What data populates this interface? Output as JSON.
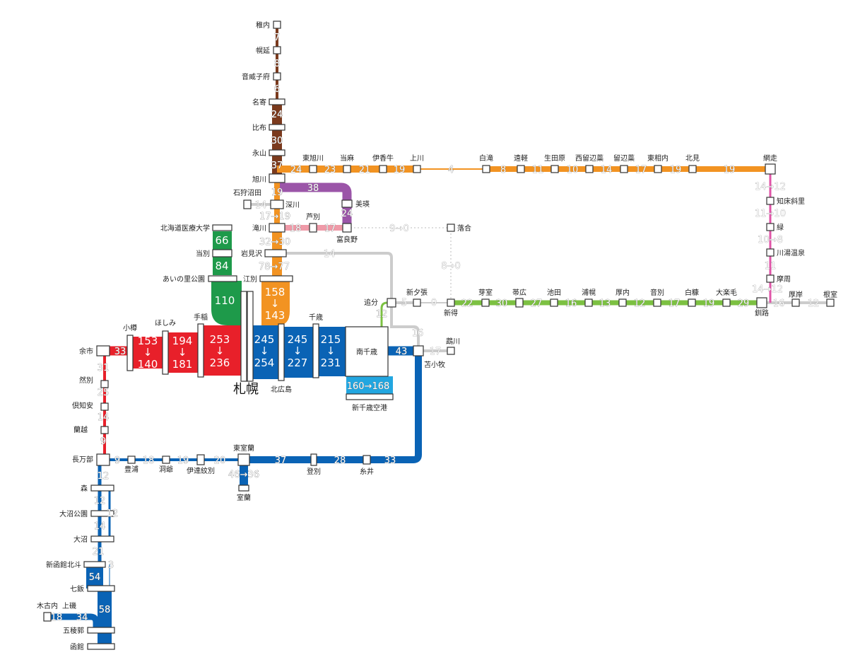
{
  "map": {
    "city_label": "札幌",
    "colors": {
      "soya": "#7b3a1d",
      "sekihoku": "#f29322",
      "furano": "#9b55a8",
      "nemuro_w": "#ef9aa8",
      "hakodate_n": "#e8202a",
      "hakodate_s": "#0a63b5",
      "chitose": "#0a63b5",
      "airport": "#22a6e0",
      "sassho": "#1e9a4a",
      "sekisho": "#7cc142",
      "senmo": "#e055a8",
      "gray": "#cccccc"
    },
    "stations": {
      "wakkanai": "稚内",
      "horonobe": "幌延",
      "otoineppu": "音威子府",
      "nayoro": "名寄",
      "pippu": "比布",
      "nagayama": "永山",
      "asahikawa": "旭川",
      "higashiasahikawa": "東旭川",
      "touma": "当麻",
      "ikaushi": "伊香牛",
      "kamikawa": "上川",
      "shirataki": "白滝",
      "engaru": "遠軽",
      "ikutahara": "生田原",
      "nishirubeshibe": "西留辺蘂",
      "rubeshibe": "留辺蘂",
      "higashiainonai": "東相内",
      "kitami": "北見",
      "abashiri": "網走",
      "ishikarinumata": "石狩沼田",
      "fukagawa": "深川",
      "biei": "美瑛",
      "takikawa": "滝川",
      "ashibetsu": "芦別",
      "furano": "富良野",
      "ochiai": "落合",
      "iryodaigaku": "北海道医療大学",
      "tobetsu": "当別",
      "ainosato": "あいの里公園",
      "iwamizawa": "岩見沢",
      "ebetsu": "江別",
      "teine": "手稲",
      "hoshimi": "ほしみ",
      "otaru": "小樽",
      "yoichi": "余市",
      "kitahiroshima": "北広島",
      "chitose": "千歳",
      "minamichitose": "南千歳",
      "shinchitose": "新千歳空港",
      "oiwake": "追分",
      "shinyubari": "新夕張",
      "shintoku": "新得",
      "tomakomai": "苫小牧",
      "mukawa": "鵡川",
      "memuro": "芽室",
      "obihiro": "帯広",
      "ikeda": "池田",
      "urahoro": "浦幌",
      "atsunai": "厚内",
      "onbetsu": "音別",
      "shiranuka": "白糠",
      "otanoshike": "大楽毛",
      "kushiro": "釧路",
      "akkeshi": "厚岸",
      "nemuro": "根室",
      "shiretokoshari": "知床斜里",
      "midori": "緑",
      "kawayu": "川湯温泉",
      "mashu": "摩周",
      "ranshima": "然別",
      "kutchan": "倶知安",
      "rankoshi": "蘭越",
      "oshamambe": "長万部",
      "toyoura": "豊浦",
      "toya": "洞爺",
      "dateMombetsu": "伊達紋別",
      "higashimuroran": "東室蘭",
      "muroran": "室蘭",
      "noboribetsu": "登別",
      "shiraoi": "糸井",
      "mori": "森",
      "onumakoen": "大沼公園",
      "onuma": "大沼",
      "shinhakodate": "新函館北斗",
      "nanae": "七飯",
      "kikonai": "木古内",
      "kamiiso": "上磯",
      "goryokaku": "五稜郭",
      "hakodate": "函館"
    },
    "counts": {
      "soya": [
        "7",
        "8",
        "6",
        "24",
        "30",
        "37"
      ],
      "sekihoku": [
        "24",
        "23",
        "21",
        "19",
        "4",
        "8",
        "11",
        "10",
        "14",
        "17",
        "19",
        "19"
      ],
      "furano": [
        "38",
        "24"
      ],
      "rumoi": [
        "14"
      ],
      "hakodate_n": [
        "19",
        "17→19",
        "32→30",
        "78→77"
      ],
      "nemuro_w": [
        "18",
        "17"
      ],
      "nemuro_mid": [
        "9→0",
        "8→0"
      ],
      "iwamizawa_gray": [
        "14"
      ],
      "ebetsu": [
        "158",
        "↓",
        "143"
      ],
      "sassho": [
        "66",
        "84",
        "110"
      ],
      "west": [
        "153",
        "↓",
        "140",
        "194",
        "↓",
        "181",
        "253",
        "↓",
        "236"
      ],
      "east": [
        "245",
        "↓",
        "254",
        "245",
        "↓",
        "227",
        "215",
        "↓",
        "231"
      ],
      "airport": [
        "160→168"
      ],
      "sekisho": [
        "12",
        "5",
        "0",
        "22",
        "30",
        "27",
        "16",
        "13",
        "12",
        "17",
        "19",
        "29",
        "16",
        "12"
      ],
      "hidaka": [
        "16",
        "17"
      ],
      "tomakomai": [
        "43",
        "33"
      ],
      "senmo": [
        "14→12",
        "11→10",
        "10→8",
        "11",
        "14→12"
      ],
      "yama": [
        "33",
        "31",
        "25",
        "14",
        "9"
      ],
      "muroran": [
        "9",
        "18",
        "19",
        "20",
        "37",
        "28",
        "46→36"
      ],
      "south": [
        "12",
        "12",
        "12",
        "14",
        "21",
        "3",
        "54",
        "58",
        "18",
        "34"
      ]
    }
  }
}
